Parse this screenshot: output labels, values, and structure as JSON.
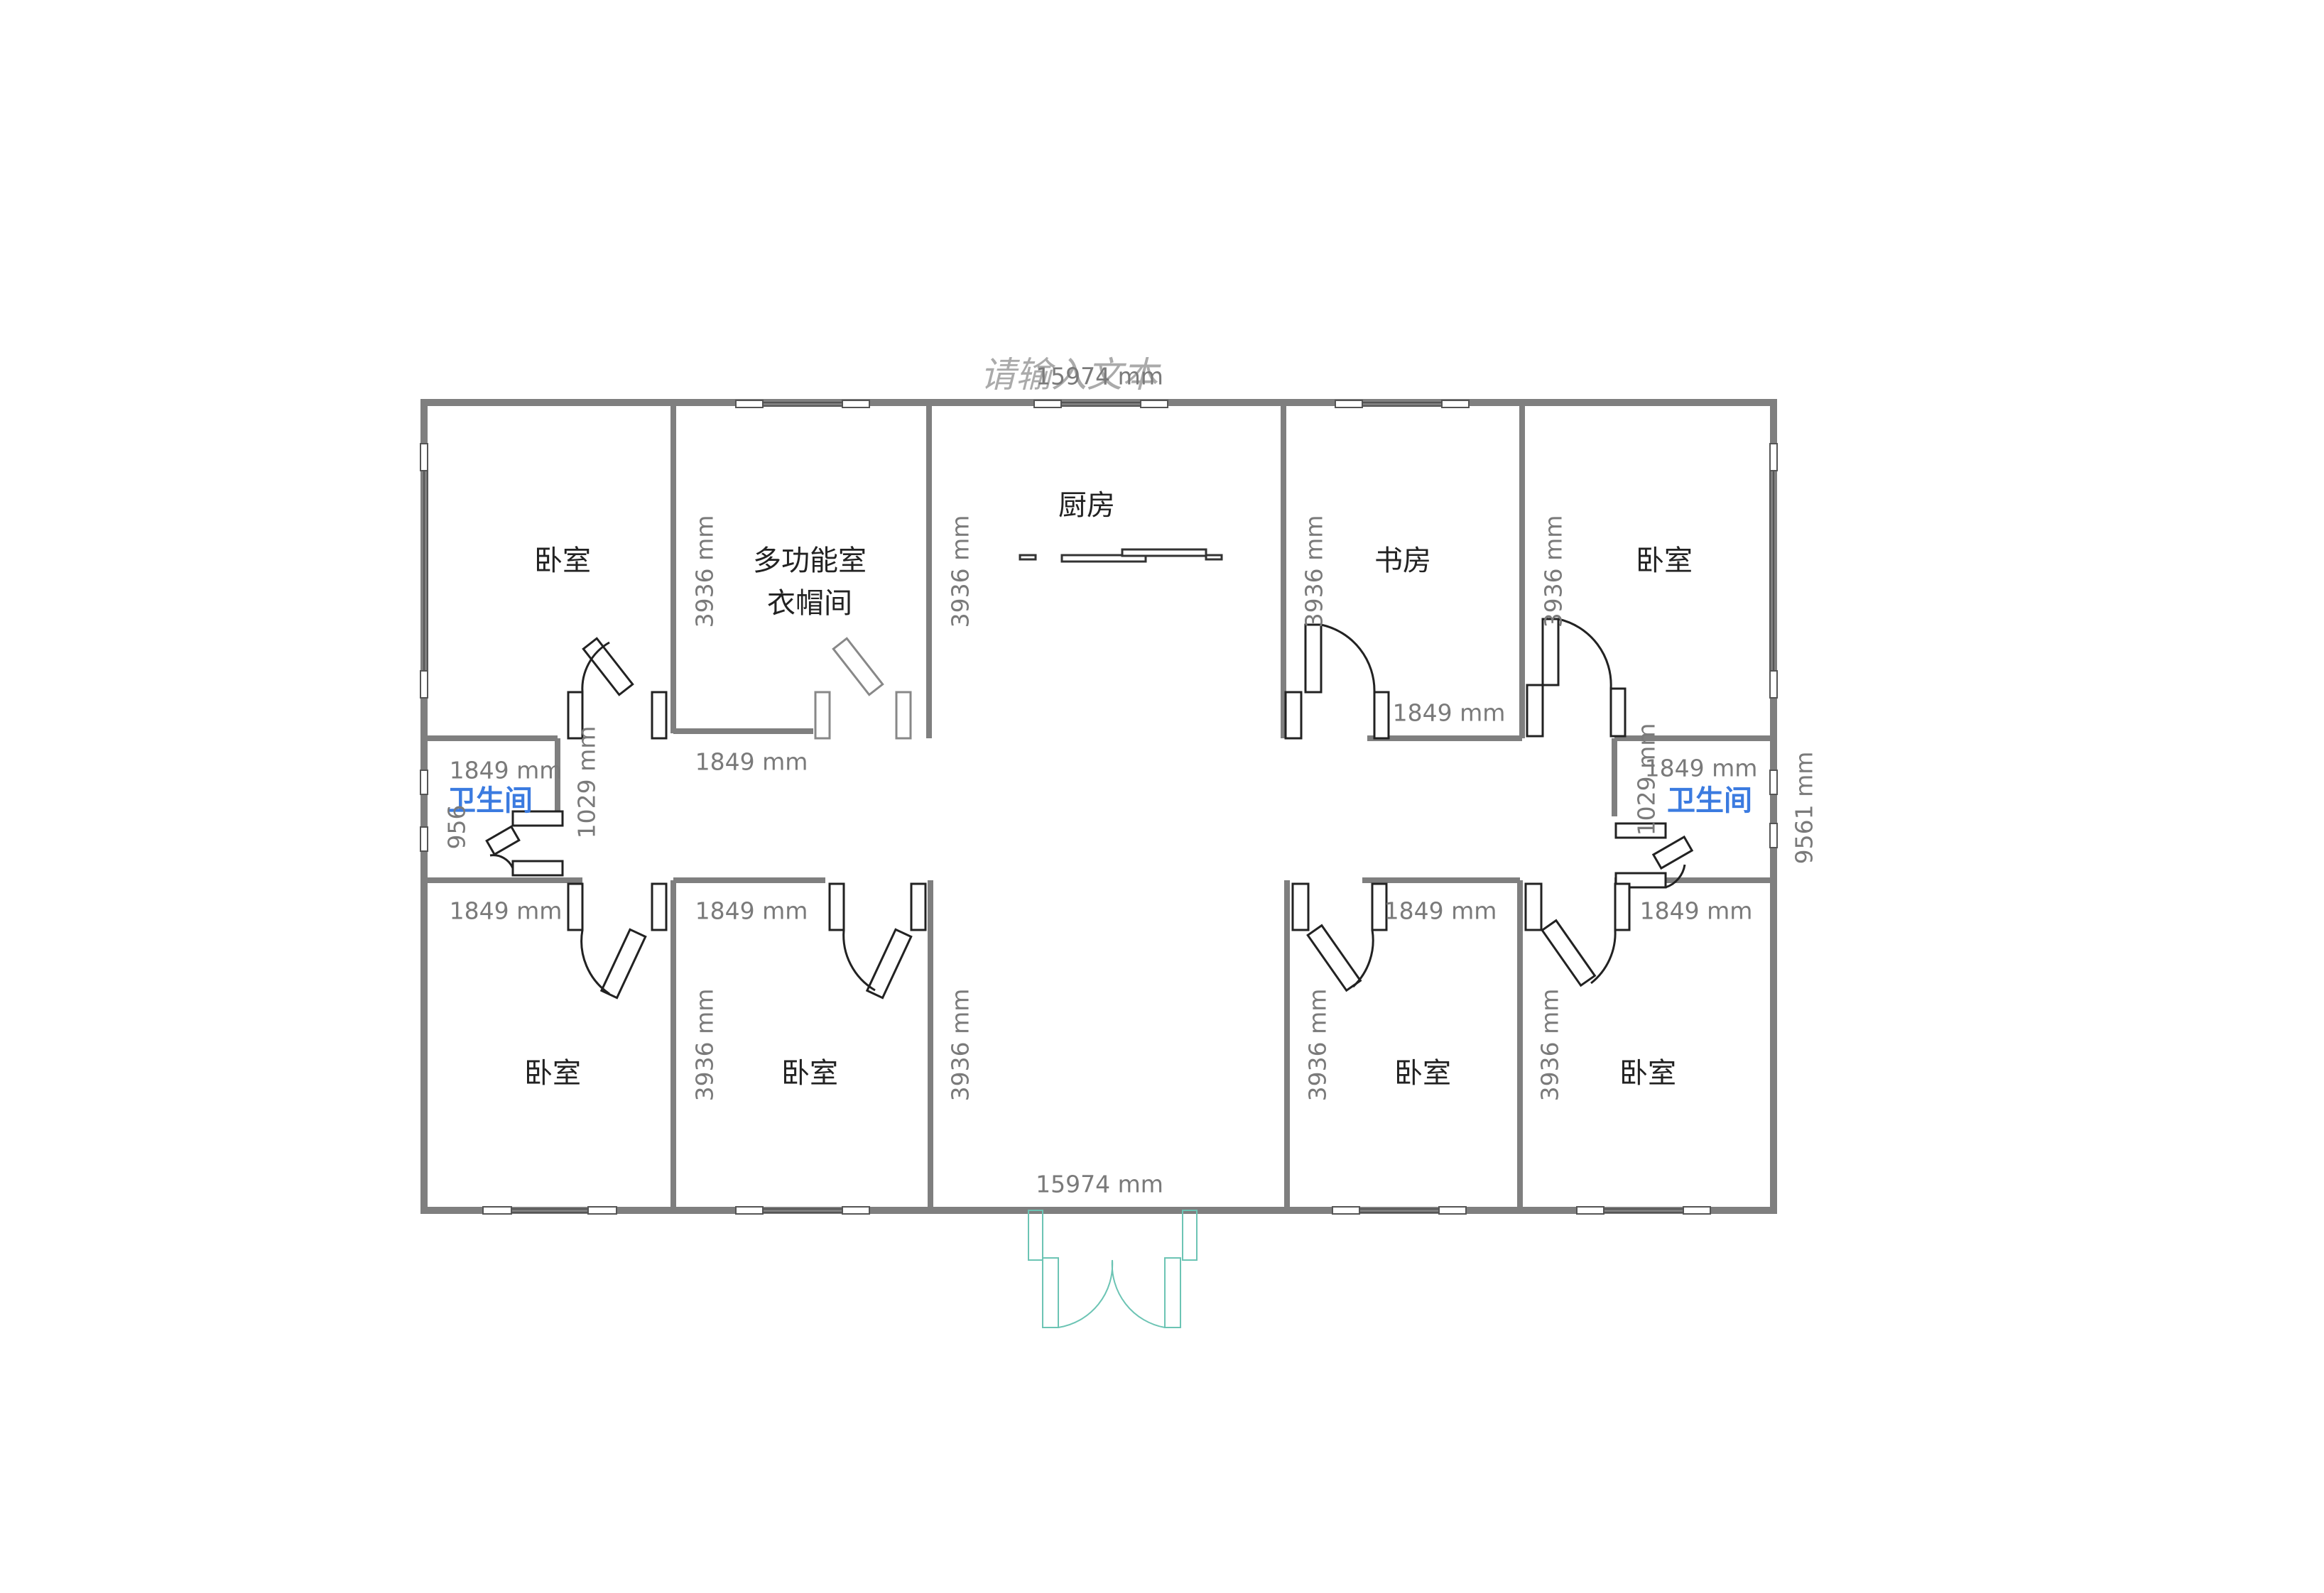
{
  "placeholder_text": "请输入文本",
  "rooms": {
    "bedroom_nw": "卧室",
    "multi_room": "多功能室",
    "cloakroom": "衣帽间",
    "kitchen": "厨房",
    "study": "书房",
    "bedroom_ne": "卧室",
    "bathroom_w": "卫生间",
    "bathroom_e": "卫生间",
    "bedroom_sw1": "卧室",
    "bedroom_sw2": "卧室",
    "bedroom_se1": "卧室",
    "bedroom_se2": "卧室"
  },
  "dimensions": {
    "top_width": "15974 mm",
    "bottom_width": "15974 mm",
    "right_height": "9561 mm",
    "left_height_partial": "956",
    "multi_height": "3936 mm",
    "kitchen_left_height": "3936 mm",
    "study_height": "3936 mm",
    "bedroom_ne_height": "3936 mm",
    "multi_bottom_width": "1849 mm",
    "study_bottom_width": "1849 mm",
    "bath_w_width": "1849 mm",
    "bath_w_height": "1029 mm",
    "bath_e_width": "1849 mm",
    "bath_e_height": "1029 mm",
    "sw1_width": "1849 mm",
    "sw2_width": "1849 mm",
    "se1_width": "1849 mm",
    "se2_width": "1849 mm",
    "sw2_height": "3936 mm",
    "hall_left_height": "3936 mm",
    "se1_height": "3936 mm",
    "se2_height": "3936 mm"
  },
  "colors": {
    "wall": "#7f7f7f",
    "room_text": "#222222",
    "dim_text": "#7a7a7a",
    "bathroom_text": "#3b7be0",
    "entrance_door": "#6cc4b4",
    "placeholder": "#aaaaaa"
  }
}
